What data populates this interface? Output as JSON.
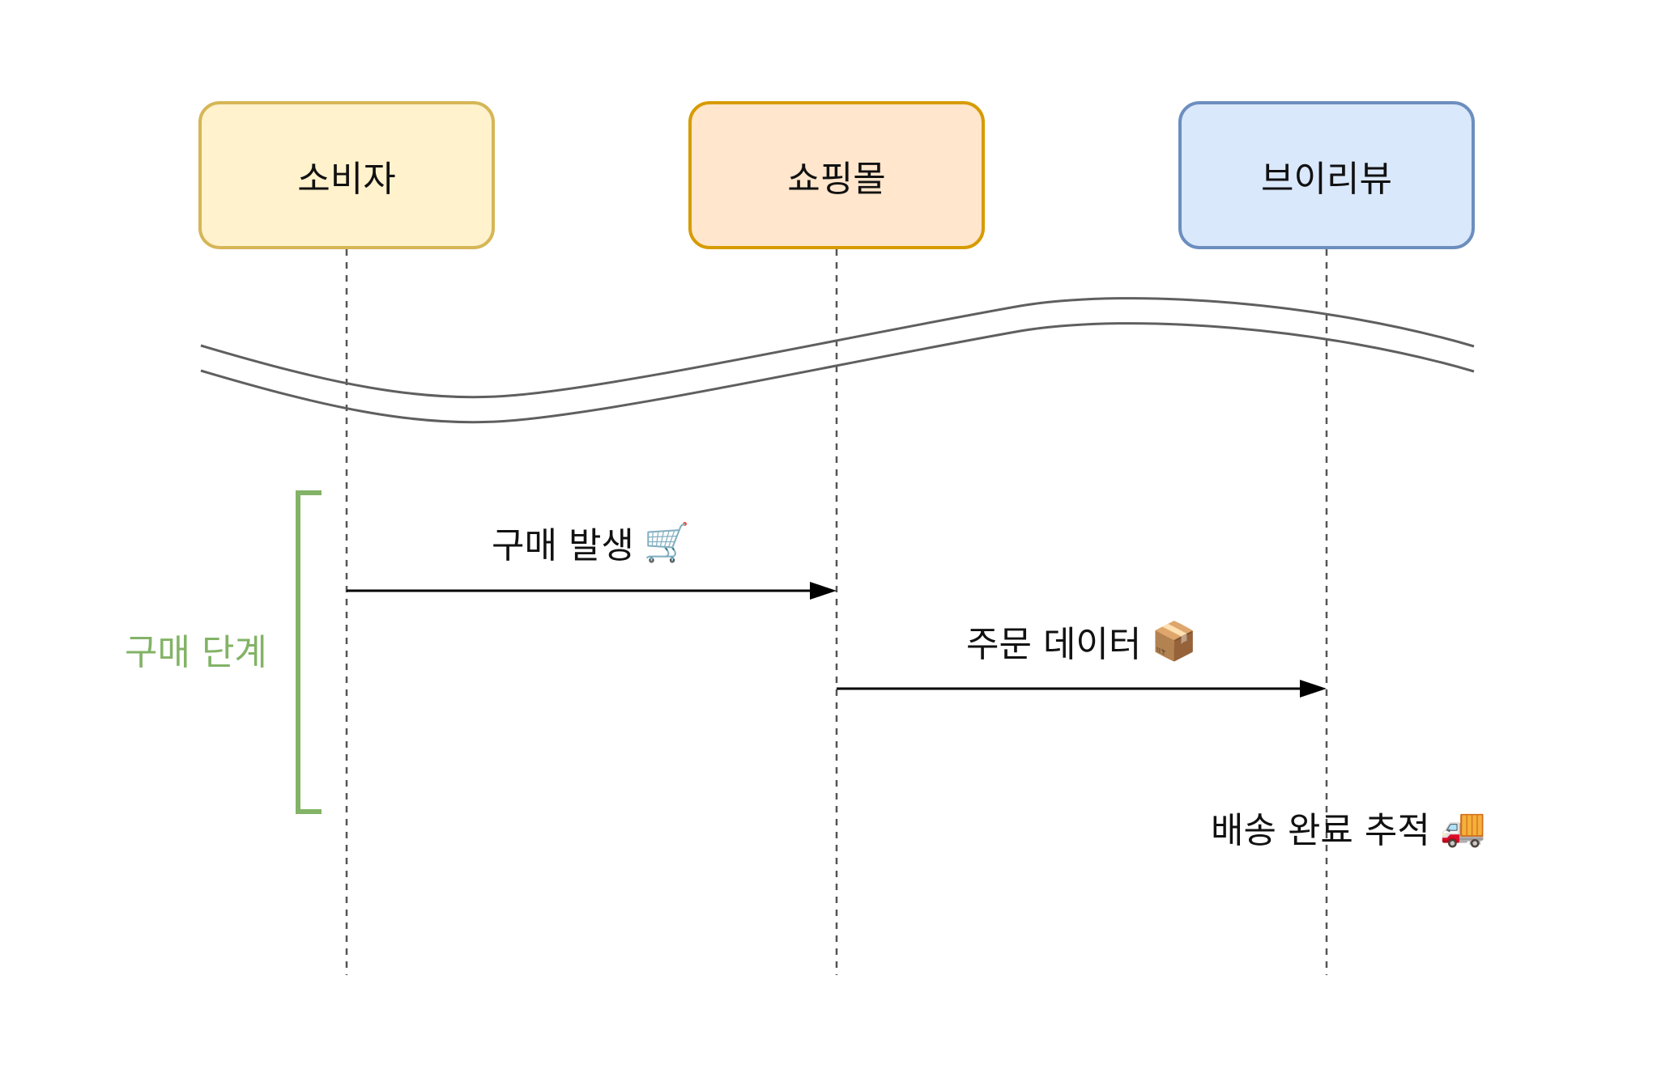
{
  "actors": [
    {
      "label": "소비자",
      "fill": "#fff2cc",
      "stroke": "#d6b656"
    },
    {
      "label": "쇼핑몰",
      "fill": "#ffe6cc",
      "stroke": "#d79b00"
    },
    {
      "label": "브이리뷰",
      "fill": "#dae8fc",
      "stroke": "#6c8ebf"
    }
  ],
  "messages": [
    {
      "text": "구매 발생",
      "emoji": "🛒",
      "from": "소비자",
      "to": "쇼핑몰"
    },
    {
      "text": "주문 데이터",
      "emoji": "📦",
      "from": "쇼핑몰",
      "to": "브이리뷰"
    },
    {
      "text": "배송 완료 추적",
      "emoji": "🚚"
    }
  ],
  "phase": {
    "label": "구매 단계",
    "color": "#82b366"
  },
  "colors": {
    "lifeline": "#555555",
    "arrow": "#000000",
    "wave": "#5f5f5f"
  }
}
